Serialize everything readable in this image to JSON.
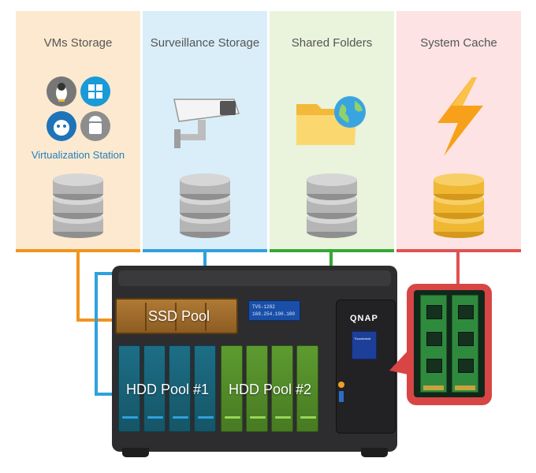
{
  "columns": [
    {
      "title": "VMs Storage",
      "bg": "#fde9cf",
      "line": "#f0951e",
      "db": "#b5b5b5"
    },
    {
      "title": "Surveillance Storage",
      "bg": "#d9eef8",
      "line": "#2fa1dc",
      "db": "#b5b5b5"
    },
    {
      "title": "Shared Folders",
      "bg": "#eaf3dc",
      "line": "#36a836",
      "db": "#b5b5b5"
    },
    {
      "title": "System Cache",
      "bg": "#fde3e3",
      "line": "#e05252",
      "db": "#f0b732"
    }
  ],
  "vms": {
    "app_label": "Virtualization Station",
    "icons": [
      "linux-icon",
      "windows-icon",
      "freebsd-icon",
      "android-icon"
    ]
  },
  "icons": {
    "surveillance": "security-camera-icon",
    "shared": "folder-globe-icon",
    "cache": "lightning-icon"
  },
  "nas": {
    "ssd_pool_label": "SSD Pool",
    "hdd_pool_1_label": "HDD Pool #1",
    "hdd_pool_2_label": "HDD Pool #2",
    "brand": "QNAP",
    "lcd_line1": "TVS-1282",
    "lcd_line2": "169.254.100.100",
    "badge_text": "Thunderbolt"
  }
}
